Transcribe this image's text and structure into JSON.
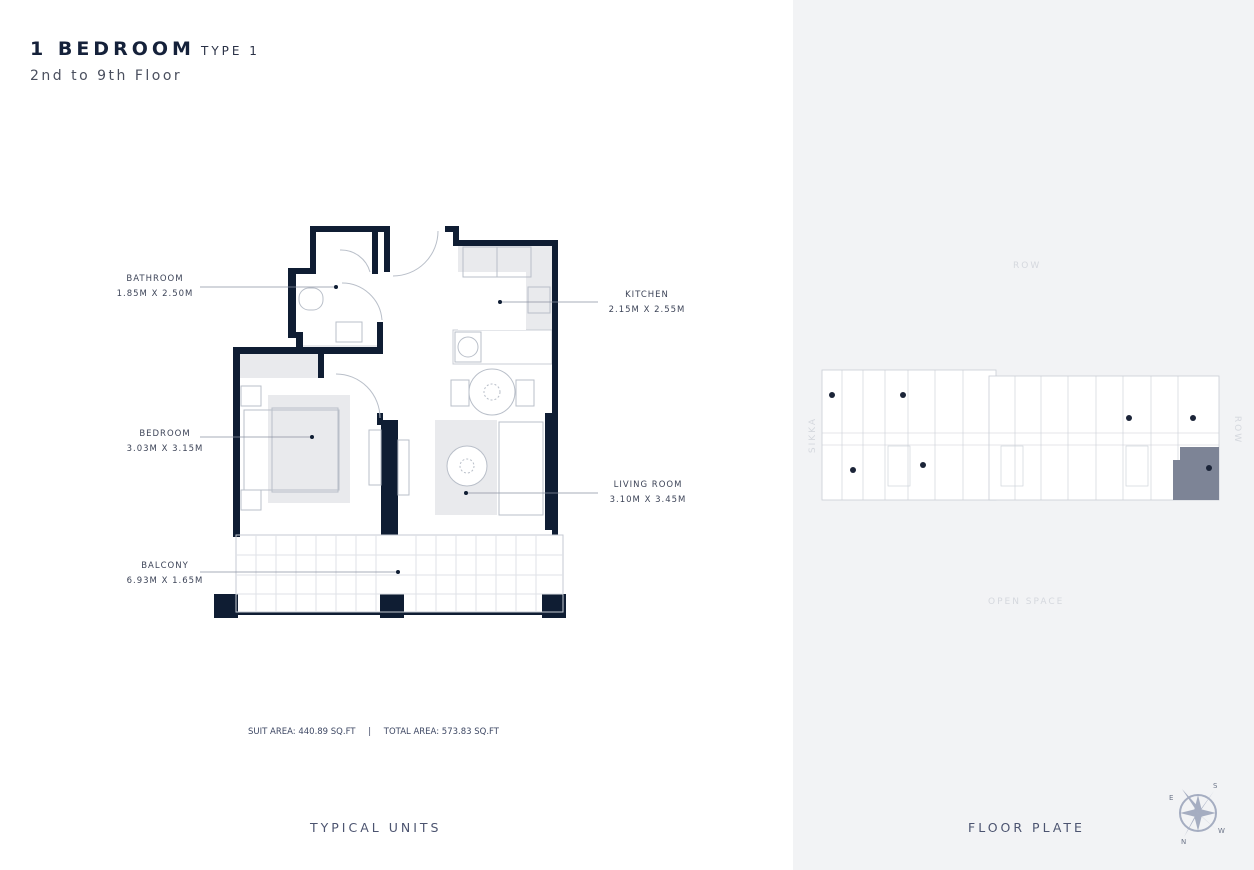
{
  "header": {
    "title": "1 BEDROOM",
    "type": "TYPE 1",
    "floors": "2nd to 9th Floor"
  },
  "rooms": [
    {
      "name": "BATHROOM",
      "size": "1.85M X 2.50M"
    },
    {
      "name": "KITCHEN",
      "size": "2.15M X 2.55M"
    },
    {
      "name": "BEDROOM",
      "size": "3.03M X 3.15M"
    },
    {
      "name": "LIVING ROOM",
      "size": "3.10M X 3.45M"
    },
    {
      "name": "BALCONY",
      "size": "6.93M X 1.65M"
    }
  ],
  "areas": {
    "suit": "SUIT AREA: 440.89 SQ.FT",
    "separator": "|",
    "total": "TOTAL AREA: 573.83 SQ.FT"
  },
  "footer": {
    "left": "TYPICAL UNITS",
    "right": "FLOOR PLATE"
  },
  "floor_plate": {
    "top_label": "ROW",
    "right_label": "ROW",
    "left_label": "SIKKA",
    "bottom_label": "OPEN SPACE",
    "highlight_color": "#7d8496"
  },
  "compass": {
    "n": "N",
    "s": "S",
    "e": "E",
    "w": "W",
    "icon": "compass-rose-icon"
  },
  "colors": {
    "wall": "#0f1d33",
    "panel": "#f2f3f5",
    "fill": "#e9eaed"
  }
}
